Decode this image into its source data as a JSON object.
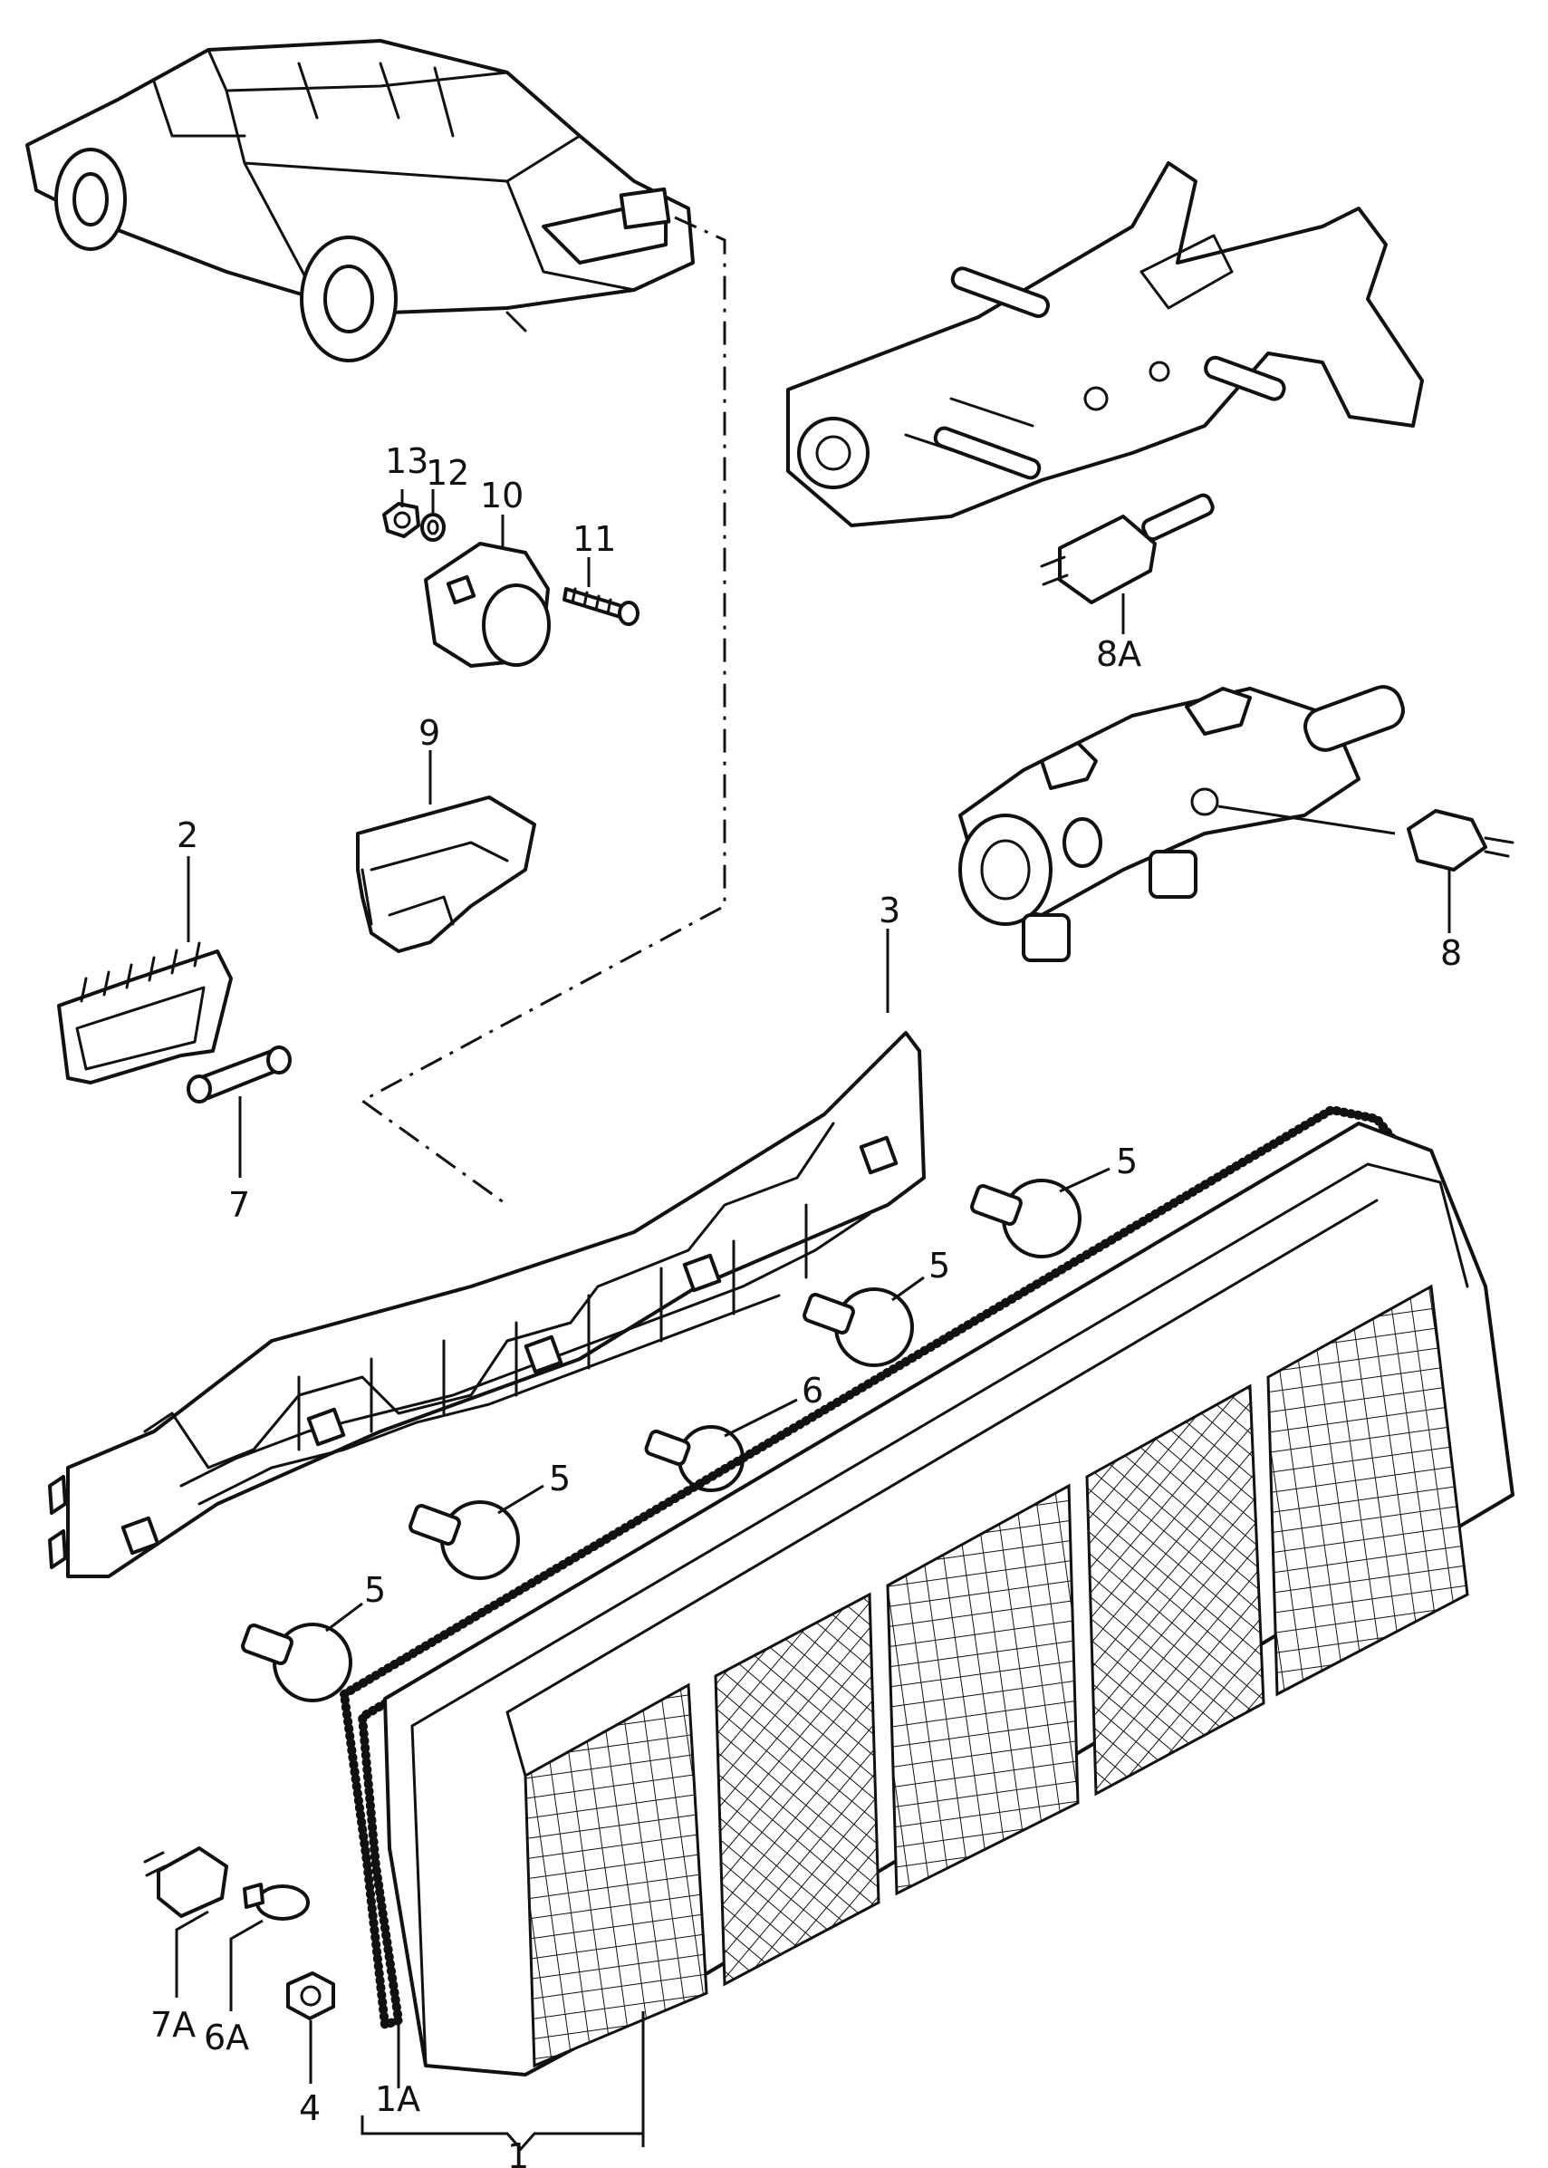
{
  "labels": {
    "p1": "1",
    "p1a": "1A",
    "p2": "2",
    "p3": "3",
    "p4": "4",
    "p5": "5",
    "p6": "6",
    "p6a": "6A",
    "p7": "7",
    "p7a": "7A",
    "p8": "8",
    "p8a": "8A",
    "p9": "9",
    "p10": "10",
    "p11": "11",
    "p12": "12",
    "p13": "13"
  }
}
